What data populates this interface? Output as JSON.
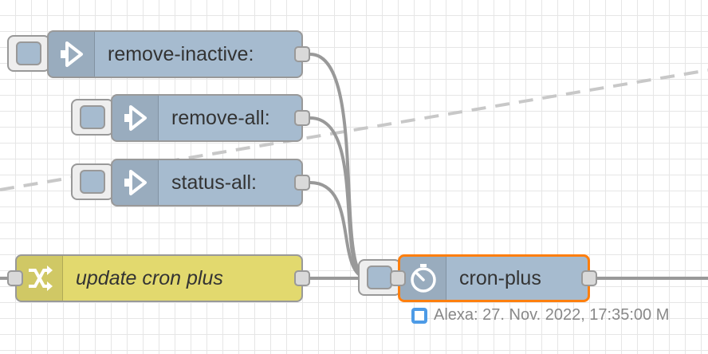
{
  "flow": {
    "nodes": {
      "remove_inactive": {
        "label": "remove-inactive:",
        "icon": "arrow-in-icon"
      },
      "remove_all": {
        "label": "remove-all:",
        "icon": "arrow-in-icon"
      },
      "status_all": {
        "label": "status-all:",
        "icon": "arrow-in-icon"
      },
      "update_cron_plus": {
        "label": "update cron plus",
        "icon": "shuffle-icon"
      },
      "cron_plus": {
        "label": "cron-plus",
        "icon": "timer-icon",
        "status_text": "Alexa: 27. Nov. 2022, 17:35:00 M"
      }
    }
  },
  "colors": {
    "inject_node": "#a6bbcf",
    "change_node": "#e2d96e",
    "selected_border": "#ff7f0e",
    "wire": "#999999",
    "status_indicator": "#4d9be6"
  }
}
